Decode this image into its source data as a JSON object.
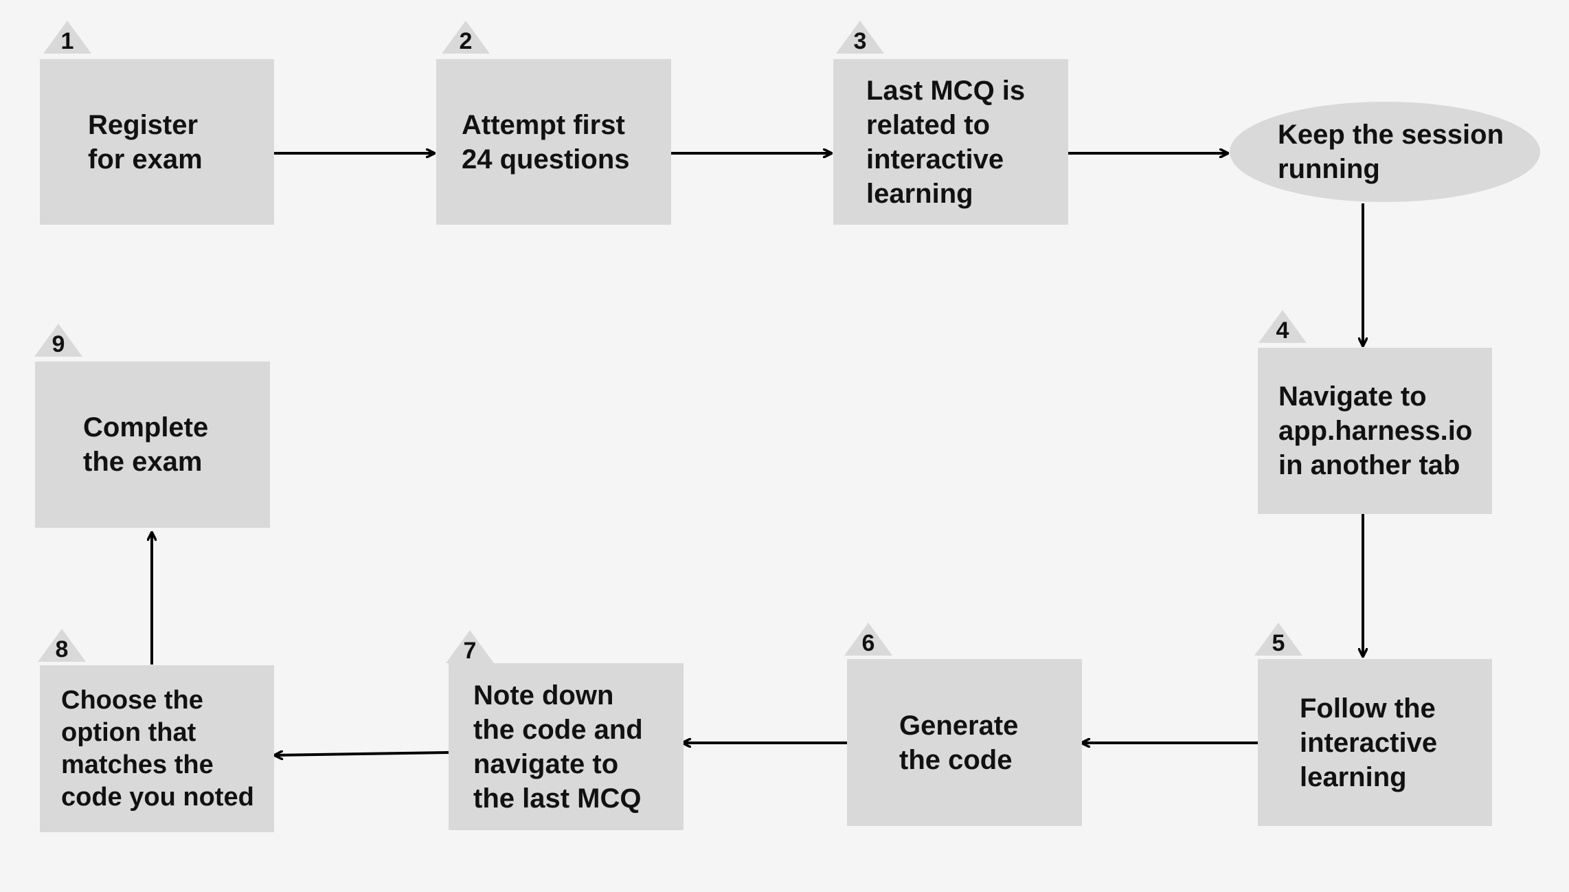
{
  "steps": [
    {
      "number": "1",
      "label": "Register\nfor exam"
    },
    {
      "number": "2",
      "label": "Attempt first\n24 questions"
    },
    {
      "number": "3",
      "label": "Last MCQ is\nrelated to\ninteractive\nlearning"
    },
    {
      "number": "",
      "label": "Keep the session\nrunning"
    },
    {
      "number": "4",
      "label": "Navigate to\napp.harness.io\nin another tab"
    },
    {
      "number": "5",
      "label": "Follow the\ninteractive\nlearning"
    },
    {
      "number": "6",
      "label": "Generate\nthe code"
    },
    {
      "number": "7",
      "label": "Note down\nthe code and\nnavigate to\nthe last MCQ"
    },
    {
      "number": "8",
      "label": "Choose the\noption that\nmatches the\ncode you noted"
    },
    {
      "number": "9",
      "label": "Complete\nthe exam"
    }
  ],
  "colors": {
    "background": "#f5f5f5",
    "box_fill": "#d9d9d9",
    "text": "#111111",
    "arrow": "#000000"
  }
}
